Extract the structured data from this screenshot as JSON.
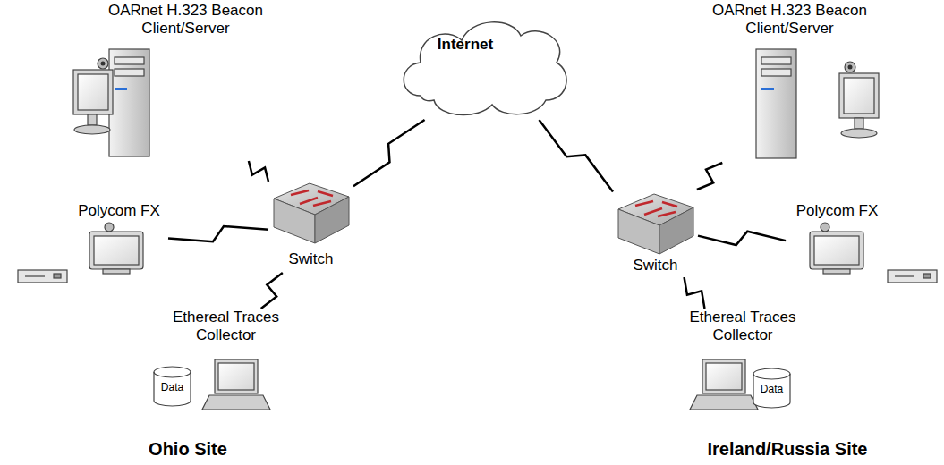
{
  "diagram": {
    "nodes": [
      {
        "text": [
          "OARnet H.323 Beacon Client/Server"
        ]
      },
      {
        "text": [
          "OARnet H.323 Beacon Client/Server"
        ]
      },
      {
        "text": [
          "Polycom FX"
        ]
      },
      {
        "text": [
          "Switch"
        ]
      },
      {
        "text": [
          "Internet"
        ]
      },
      {
        "text": [
          "Switch"
        ]
      },
      {
        "text": [
          "Polycom FX"
        ]
      },
      {
        "text": [
          "Ethereal Traces Collector"
        ]
      },
      {
        "text": [
          "Data"
        ],
        "in": 7
      },
      {
        "text": [
          "Ethereal Traces Collector"
        ]
      },
      {
        "text": [
          "Data"
        ],
        "in": 9
      }
    ],
    "edges": [
      {
        "from": 0,
        "to": 3,
        "arrow": "none"
      },
      {
        "from": 2,
        "to": 3,
        "arrow": "none"
      },
      {
        "from": 7,
        "to": 3,
        "arrow": "none"
      },
      {
        "from": 3,
        "to": 4,
        "arrow": "none"
      },
      {
        "from": 4,
        "to": 5,
        "arrow": "none"
      },
      {
        "from": 5,
        "to": 1,
        "arrow": "none"
      },
      {
        "from": 5,
        "to": 6,
        "arrow": "none"
      },
      {
        "from": 5,
        "to": 9,
        "arrow": "none"
      }
    ],
    "labels": [
      "Ohio Site",
      "Ireland/Russia Site"
    ]
  }
}
